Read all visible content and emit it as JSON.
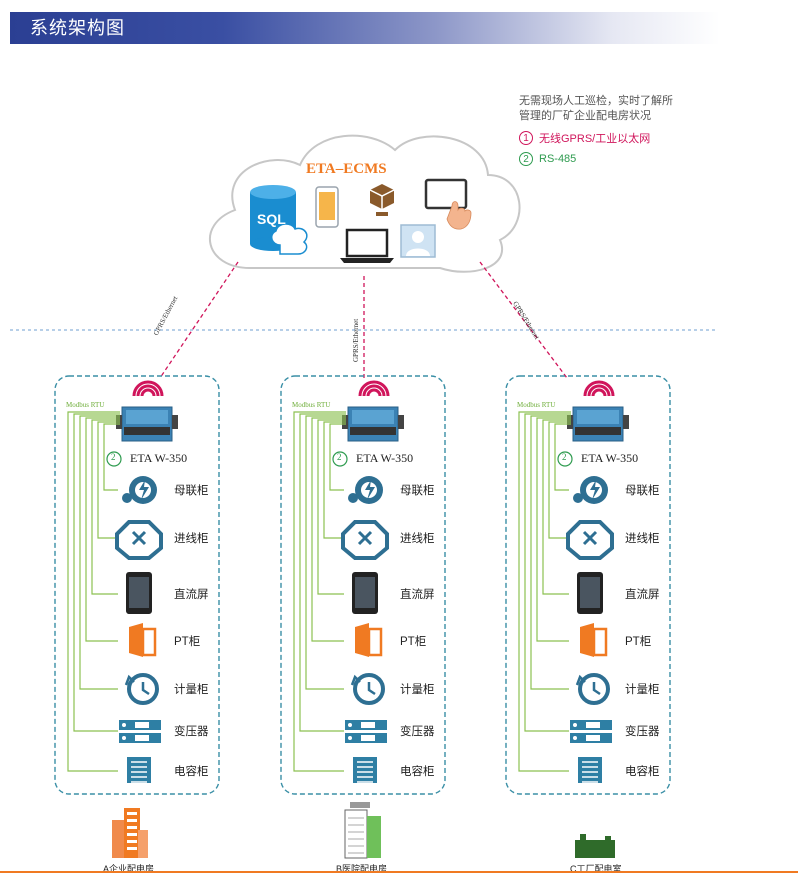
{
  "header": {
    "title": "系统架构图"
  },
  "legend": {
    "description_line1": "无需现场人工巡检，实时了解所",
    "description_line2": "管理的厂矿企业配电房状况",
    "item1_num": "1",
    "item1_label": "无线GPRS/工业以太网",
    "item2_num": "2",
    "item2_label": "RS-485"
  },
  "cloud": {
    "title": "ETA–ECMS",
    "sql_label": "SQL"
  },
  "link_label": "GPRS/Ethernet",
  "modbus_label": "Modbus RTU",
  "device_num": "2",
  "device_label": "ETA W-350",
  "cabinets": [
    "母联柜",
    "进线柜",
    "直流屏",
    "PT柜",
    "计量柜",
    "变压器",
    "电容柜"
  ],
  "sites": [
    "A企业配电房",
    "B医院配电房",
    "C工厂配电室"
  ],
  "colors": {
    "header": "#2b3f93",
    "wireless": "#d0155b",
    "rs485": "#2e9b4f",
    "bus": "#8cc152",
    "accent": "#f07a22",
    "panel_border": "#3a8fa6"
  }
}
